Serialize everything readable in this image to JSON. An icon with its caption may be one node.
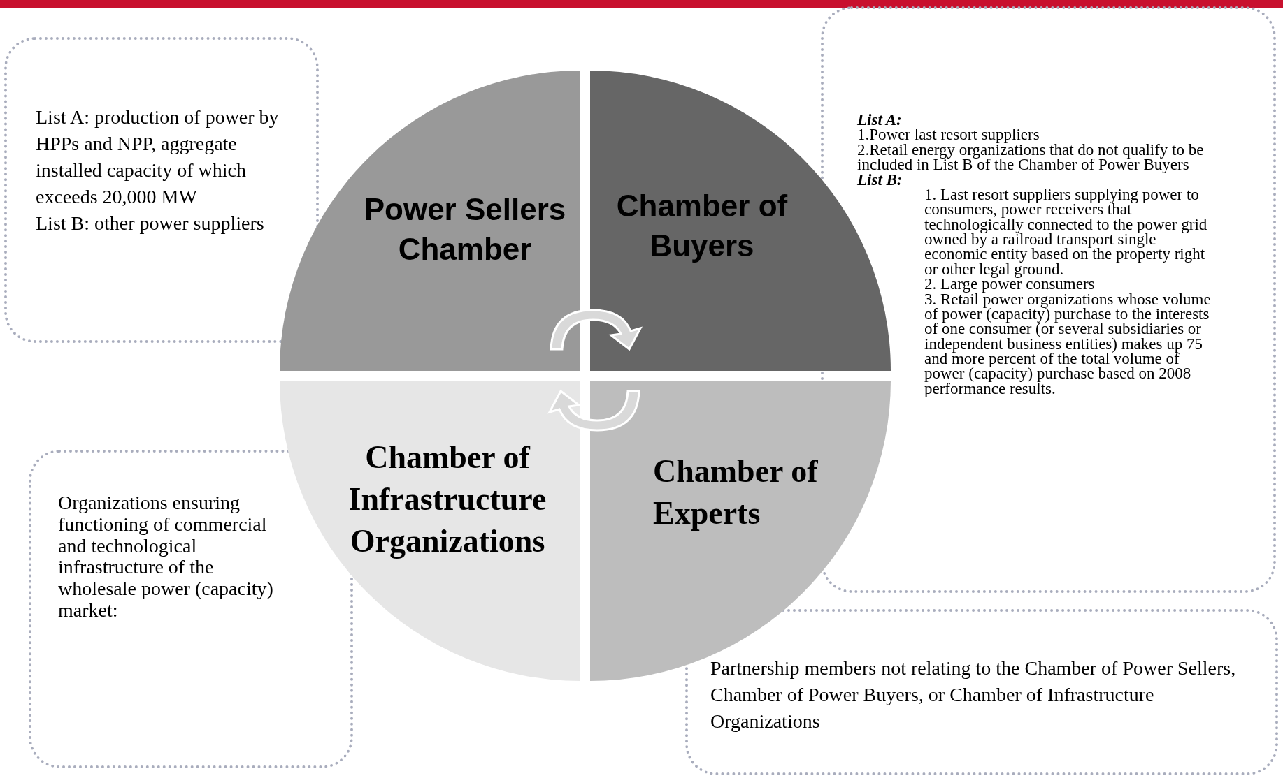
{
  "diagram": {
    "nodes": [
      {
        "text": [
          "List A: production of power by HPPs and NPP, aggregate installed capacity of which exceeds 20,000 MW",
          "List B: other power suppliers"
        ]
      },
      {
        "text": [
          "Power Sellers Chamber"
        ]
      },
      {
        "text": [
          "Chamber of Buyers"
        ]
      },
      {
        "text": [
          "List A:",
          "1.Power last resort suppliers",
          "2.Retail energy organizations that do not qualify to be included in List B of the Chamber of Power Buyers",
          "List B:",
          "1. Last resort suppliers supplying power to consumers, power receivers that technologically connected to the power grid owned by a railroad transport single economic entity based on the property right or other legal ground.",
          "2. Large power consumers",
          "3.  Retail power organizations whose volume of power (capacity) purchase to the interests of one consumer (or several subsidiaries or independent business entities) makes up 75 and more percent of the total volume of power (capacity) purchase based on 2008 performance results."
        ]
      },
      {
        "text": [
          "Chamber of Infrastructure Organizations"
        ]
      },
      {
        "text": [
          "Chamber of Experts"
        ]
      },
      {
        "text": [
          "Organizations ensuring functioning of commercial and technological infrastructure of the wholesale power (capacity) market:"
        ]
      },
      {
        "text": [
          "Partnership members not relating to the Chamber of Power Sellers, Chamber of Power Buyers, or Chamber of Infrastructure Organizations"
        ]
      }
    ],
    "edges": []
  }
}
